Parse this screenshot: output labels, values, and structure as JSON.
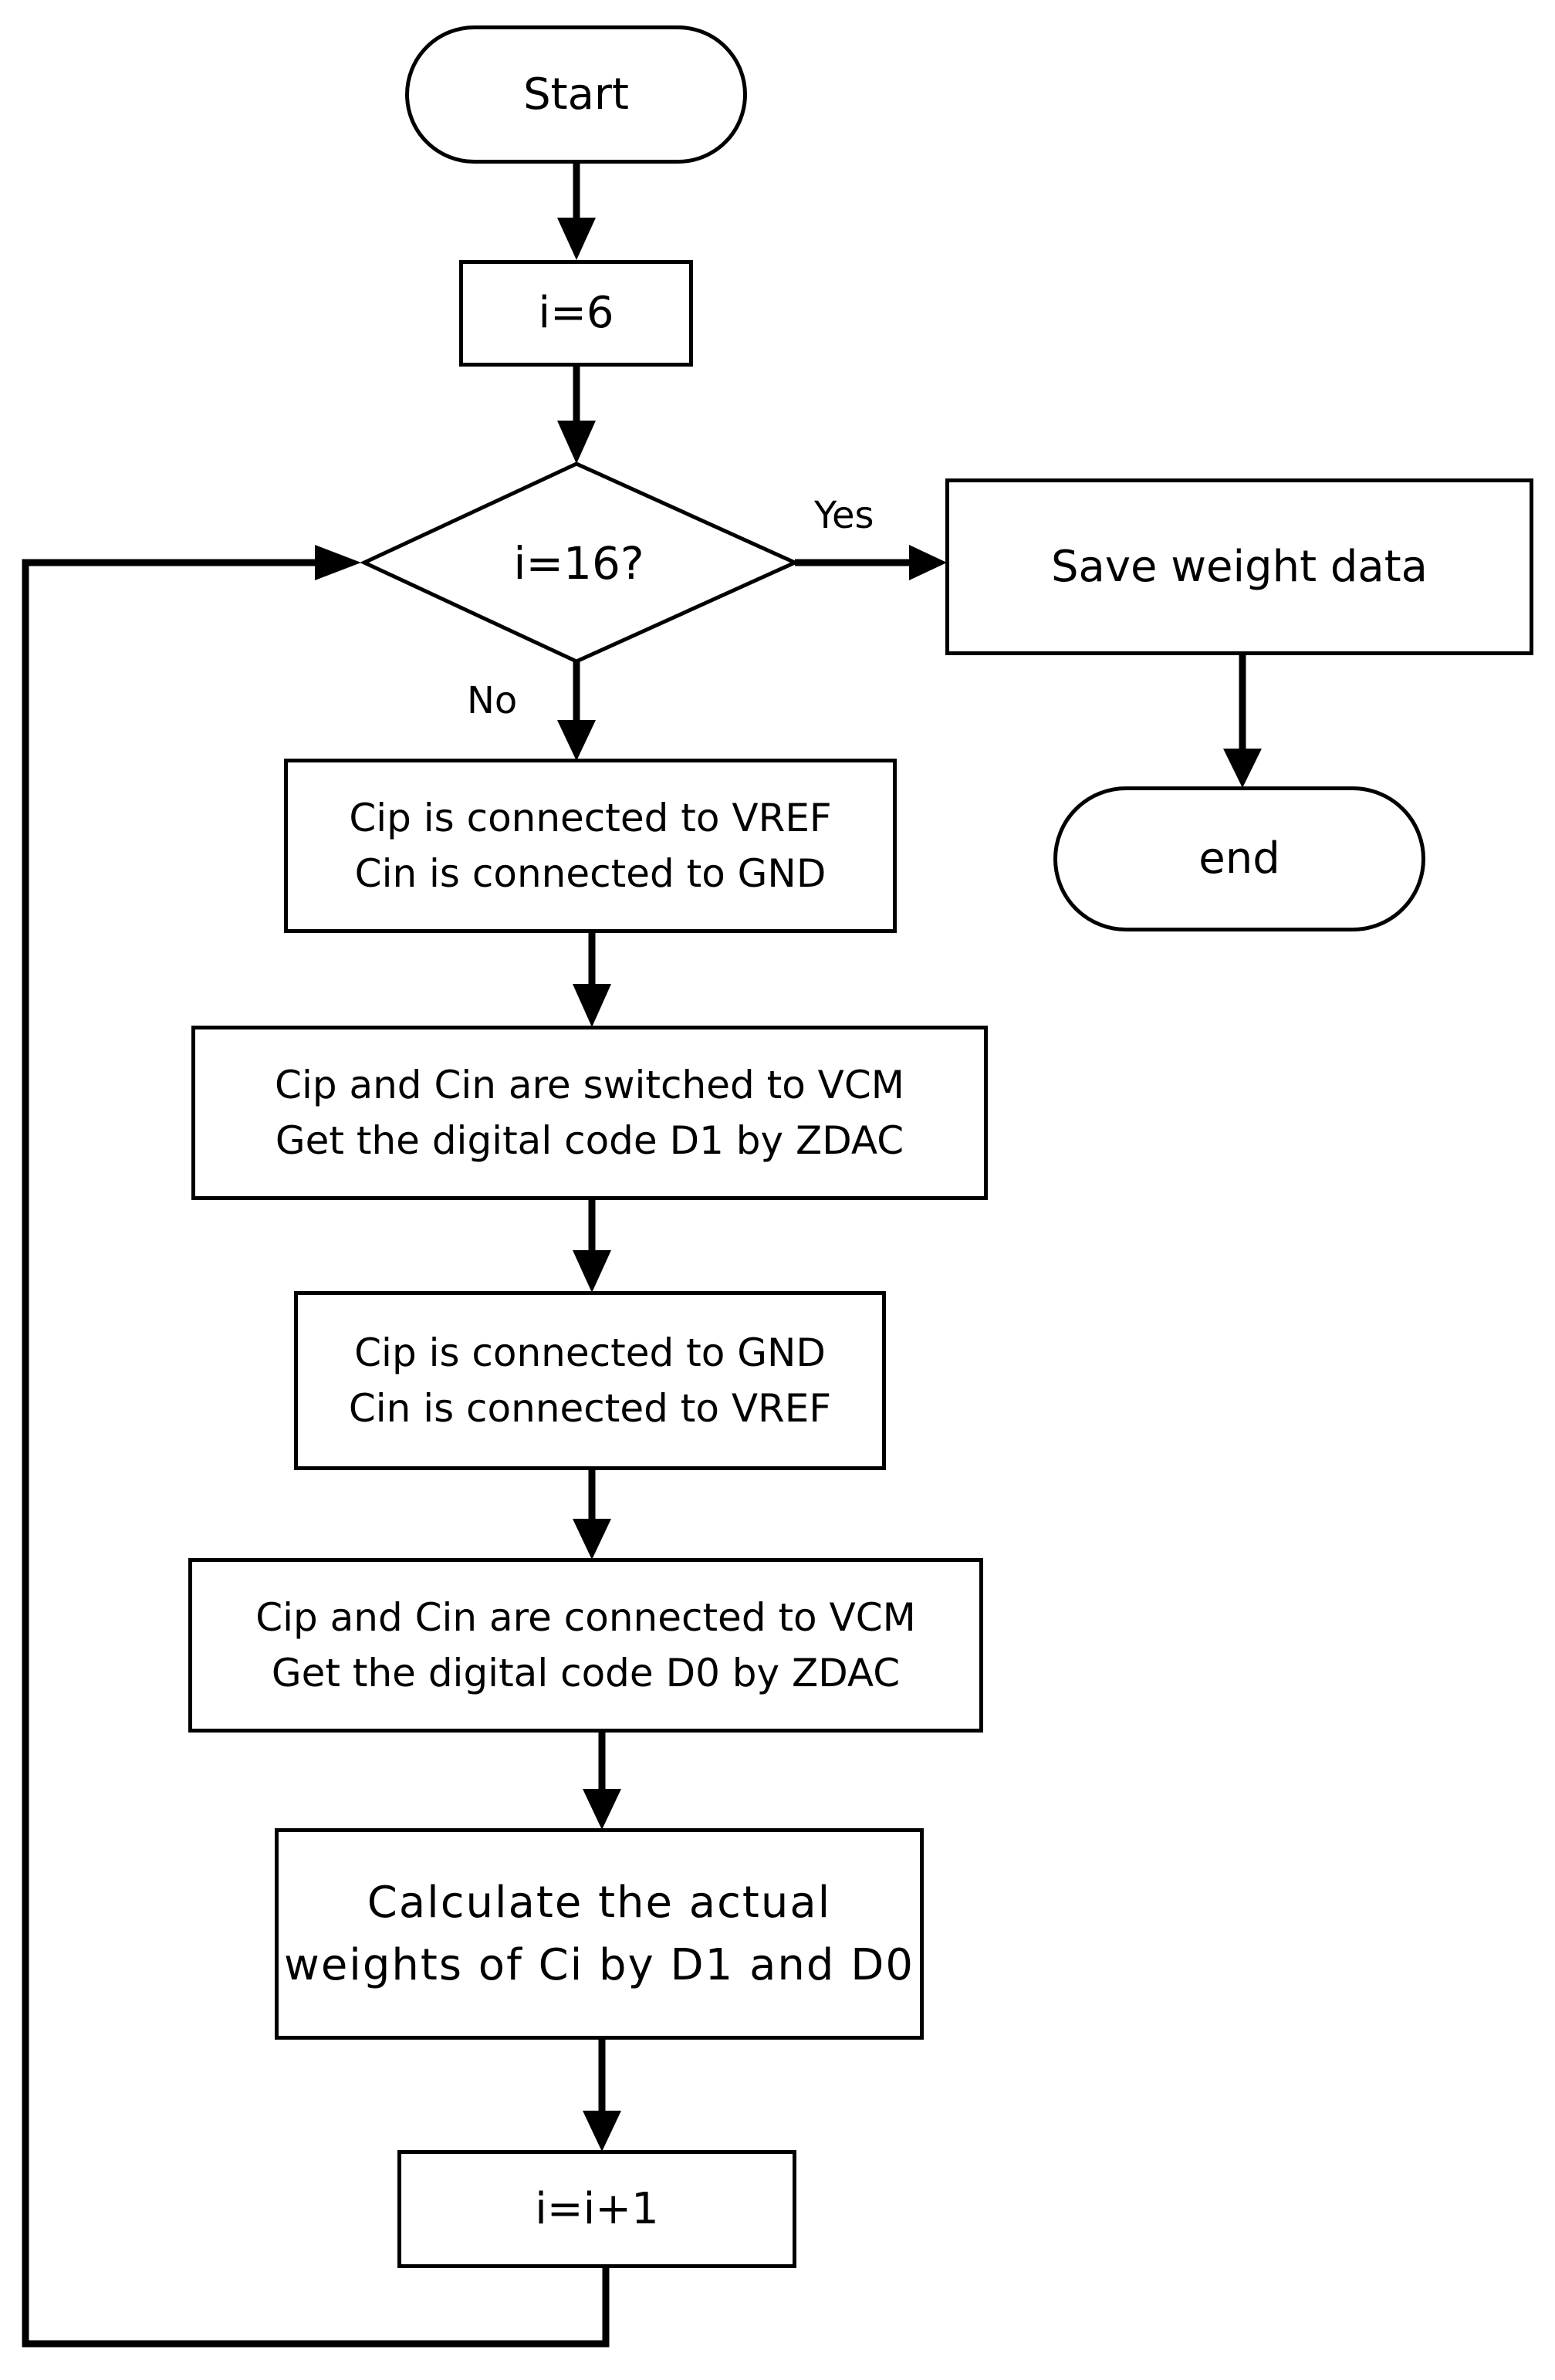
{
  "flowchart": {
    "start": "Start",
    "init": "i=6",
    "decision": "i=16?",
    "yes_label": "Yes",
    "no_label": "No",
    "save": "Save weight data",
    "end": "end",
    "step1": [
      "Cip is connected to VREF",
      "Cin is connected to GND"
    ],
    "step2": [
      "Cip and Cin are switched to VCM",
      "Get the digital code D1 by ZDAC"
    ],
    "step3": [
      "Cip is connected to GND",
      "Cin is connected to VREF"
    ],
    "step4": [
      "Cip and Cin are connected to VCM",
      "Get the digital code D0 by ZDAC"
    ],
    "step5": [
      "Calculate the actual",
      "weights of Ci by D1 and D0"
    ],
    "increment": "i=i+1"
  }
}
